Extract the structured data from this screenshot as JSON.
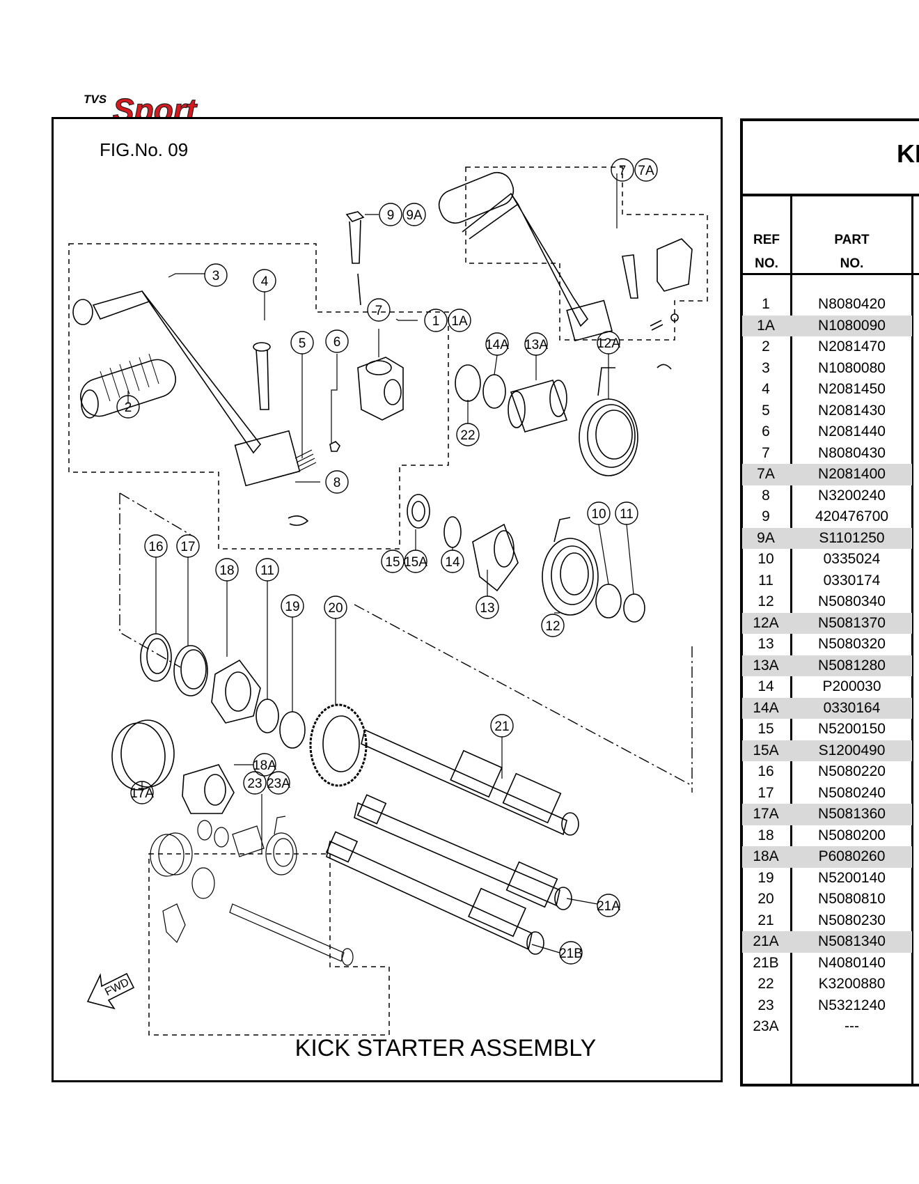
{
  "brand": {
    "small": "TVS",
    "script": "Sport",
    "accent": "#d71920"
  },
  "figure_label": "FIG.No. 09",
  "assembly_title": "KICK STARTER ASSEMBLY",
  "panel_title": "KI",
  "headers": {
    "ref": [
      "REF",
      "NO."
    ],
    "part": [
      "PART",
      "NO."
    ]
  },
  "fwd_label": "FWD",
  "callouts": [
    "1",
    "1A",
    "2",
    "3",
    "4",
    "5",
    "6",
    "7",
    "7A",
    "8",
    "9",
    "9A",
    "10",
    "11",
    "11",
    "12",
    "12A",
    "13",
    "13A",
    "14",
    "14A",
    "15",
    "15A",
    "16",
    "17",
    "17A",
    "18",
    "18A",
    "19",
    "20",
    "21",
    "21A",
    "21B",
    "22",
    "23",
    "23A"
  ],
  "parts": [
    {
      "ref": "1",
      "part": "N8080420",
      "shaded": false
    },
    {
      "ref": "1A",
      "part": "N1080090",
      "shaded": true
    },
    {
      "ref": "2",
      "part": "N2081470",
      "shaded": false
    },
    {
      "ref": "3",
      "part": "N1080080",
      "shaded": false
    },
    {
      "ref": "4",
      "part": "N2081450",
      "shaded": false
    },
    {
      "ref": "5",
      "part": "N2081430",
      "shaded": false
    },
    {
      "ref": "6",
      "part": "N2081440",
      "shaded": false
    },
    {
      "ref": "7",
      "part": "N8080430",
      "shaded": false
    },
    {
      "ref": "7A",
      "part": "N2081400",
      "shaded": true
    },
    {
      "ref": "8",
      "part": "N3200240",
      "shaded": false
    },
    {
      "ref": "9",
      "part": "420476700",
      "shaded": false
    },
    {
      "ref": "9A",
      "part": "S1101250",
      "shaded": true
    },
    {
      "ref": "10",
      "part": "0335024",
      "shaded": false
    },
    {
      "ref": "11",
      "part": "0330174",
      "shaded": false
    },
    {
      "ref": "12",
      "part": "N5080340",
      "shaded": false
    },
    {
      "ref": "12A",
      "part": "N5081370",
      "shaded": true
    },
    {
      "ref": "13",
      "part": "N5080320",
      "shaded": false
    },
    {
      "ref": "13A",
      "part": "N5081280",
      "shaded": true
    },
    {
      "ref": "14",
      "part": "P200030",
      "shaded": false
    },
    {
      "ref": "14A",
      "part": "0330164",
      "shaded": true
    },
    {
      "ref": "15",
      "part": "N5200150",
      "shaded": false
    },
    {
      "ref": "15A",
      "part": "S1200490",
      "shaded": true
    },
    {
      "ref": "16",
      "part": "N5080220",
      "shaded": false
    },
    {
      "ref": "17",
      "part": "N5080240",
      "shaded": false
    },
    {
      "ref": "17A",
      "part": "N5081360",
      "shaded": true
    },
    {
      "ref": "18",
      "part": "N5080200",
      "shaded": false
    },
    {
      "ref": "18A",
      "part": "P6080260",
      "shaded": true
    },
    {
      "ref": "19",
      "part": "N5200140",
      "shaded": false
    },
    {
      "ref": "20",
      "part": "N5080810",
      "shaded": false
    },
    {
      "ref": "21",
      "part": "N5080230",
      "shaded": false
    },
    {
      "ref": "21A",
      "part": "N5081340",
      "shaded": true
    },
    {
      "ref": "21B",
      "part": "N4080140",
      "shaded": false
    },
    {
      "ref": "22",
      "part": "K3200880",
      "shaded": false
    },
    {
      "ref": "23",
      "part": "N5321240",
      "shaded": false
    },
    {
      "ref": "23A",
      "part": "---",
      "shaded": false
    }
  ]
}
